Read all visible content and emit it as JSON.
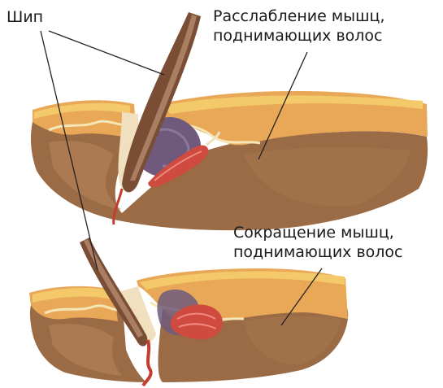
{
  "labels": {
    "spike": "Шип",
    "relax_line1": "Расслабление мышц,",
    "relax_line2": "поднимающих волос",
    "contract_line1": "Сокращение мышц,",
    "contract_line2": "поднимающих волос"
  },
  "colors": {
    "skin_top": "#e8a857",
    "skin_surface": "#f3c96a",
    "dermis": "#9a6b45",
    "dermis_light": "#b7845a",
    "quill": "#7a4e35",
    "quill_light": "#a97e62",
    "muscle": "#cf4a3f",
    "vessel": "#c43c2d",
    "pocket": "#6f5a7d"
  }
}
